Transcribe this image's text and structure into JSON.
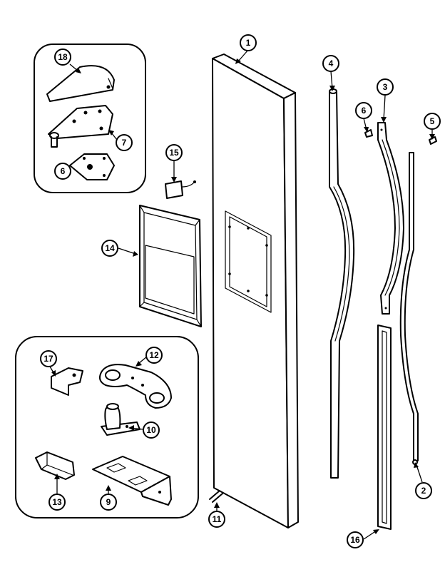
{
  "diagram": {
    "callouts": [
      {
        "id": "c1",
        "label": "1"
      },
      {
        "id": "c2",
        "label": "2"
      },
      {
        "id": "c3",
        "label": "3"
      },
      {
        "id": "c4",
        "label": "4"
      },
      {
        "id": "c5",
        "label": "5"
      },
      {
        "id": "c6a",
        "label": "6"
      },
      {
        "id": "c6b",
        "label": "6"
      },
      {
        "id": "c7",
        "label": "7"
      },
      {
        "id": "c9",
        "label": "9"
      },
      {
        "id": "c10",
        "label": "10"
      },
      {
        "id": "c11",
        "label": "11"
      },
      {
        "id": "c12",
        "label": "12"
      },
      {
        "id": "c13",
        "label": "13"
      },
      {
        "id": "c14",
        "label": "14"
      },
      {
        "id": "c15",
        "label": "15"
      },
      {
        "id": "c16",
        "label": "16"
      },
      {
        "id": "c17",
        "label": "17"
      },
      {
        "id": "c18",
        "label": "18"
      }
    ]
  }
}
